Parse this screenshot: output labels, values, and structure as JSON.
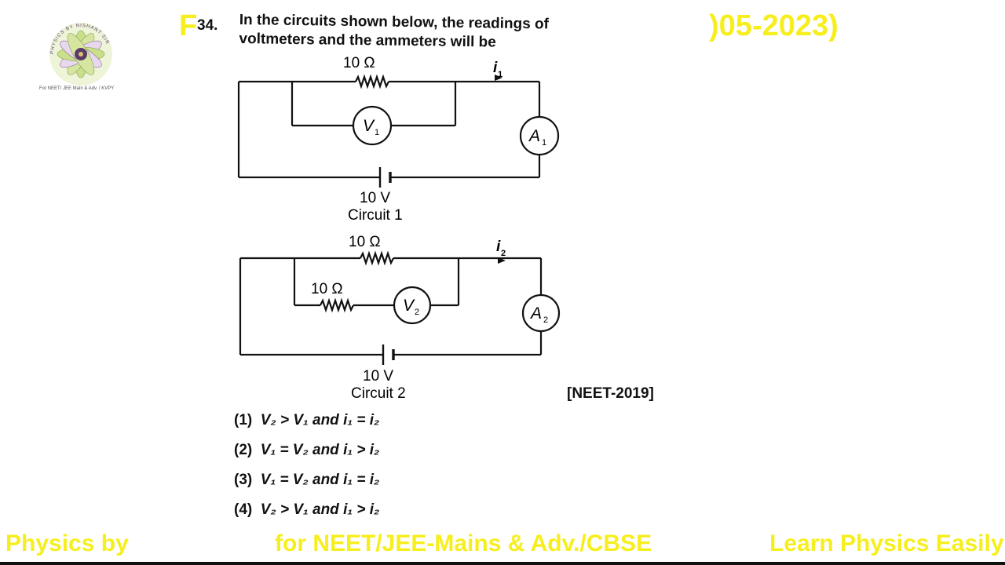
{
  "logo": {
    "ring_text": "PHYSICS BY NISHANT SIR",
    "caption": "For NEET/ JEE Main & Adv. / KVPY"
  },
  "header": {
    "partial_left": "F",
    "partial_right": ")05-2023)"
  },
  "question": {
    "number": "34.",
    "line1": "In the circuits shown below, the readings of",
    "line2": "voltmeters and the ammeters will be"
  },
  "circuit1": {
    "resistor": "10 Ω",
    "current": "i",
    "current_sub": "1",
    "voltmeter": "V",
    "voltmeter_sub": "1",
    "ammeter": "A",
    "ammeter_sub": "1",
    "battery": "10 V",
    "caption": "Circuit 1"
  },
  "circuit2": {
    "resistor_top": "10 Ω",
    "resistor_inner": "10 Ω",
    "current": "i",
    "current_sub": "2",
    "voltmeter": "V",
    "voltmeter_sub": "2",
    "ammeter": "A",
    "ammeter_sub": "2",
    "battery": "10 V",
    "caption": "Circuit 2"
  },
  "exam_tag": "[NEET-2019]",
  "options": [
    {
      "num": "(1)",
      "text": "V₂ > V₁ and i₁ = i₂"
    },
    {
      "num": "(2)",
      "text": "V₁ = V₂ and i₁ > i₂"
    },
    {
      "num": "(3)",
      "text": "V₁ = V₂ and i₁ = i₂"
    },
    {
      "num": "(4)",
      "text": "V₂  > V₁ and i₁ > i₂"
    }
  ],
  "footer": {
    "left": "Physics by",
    "center": "for NEET/JEE-Mains & Adv./CBSE",
    "right": "Learn Physics Easily"
  },
  "colors": {
    "accent_yellow": "#f7ee1d",
    "ink": "#111111",
    "logo_green": "#c9df8a",
    "logo_purple": "#5b3a6b"
  }
}
